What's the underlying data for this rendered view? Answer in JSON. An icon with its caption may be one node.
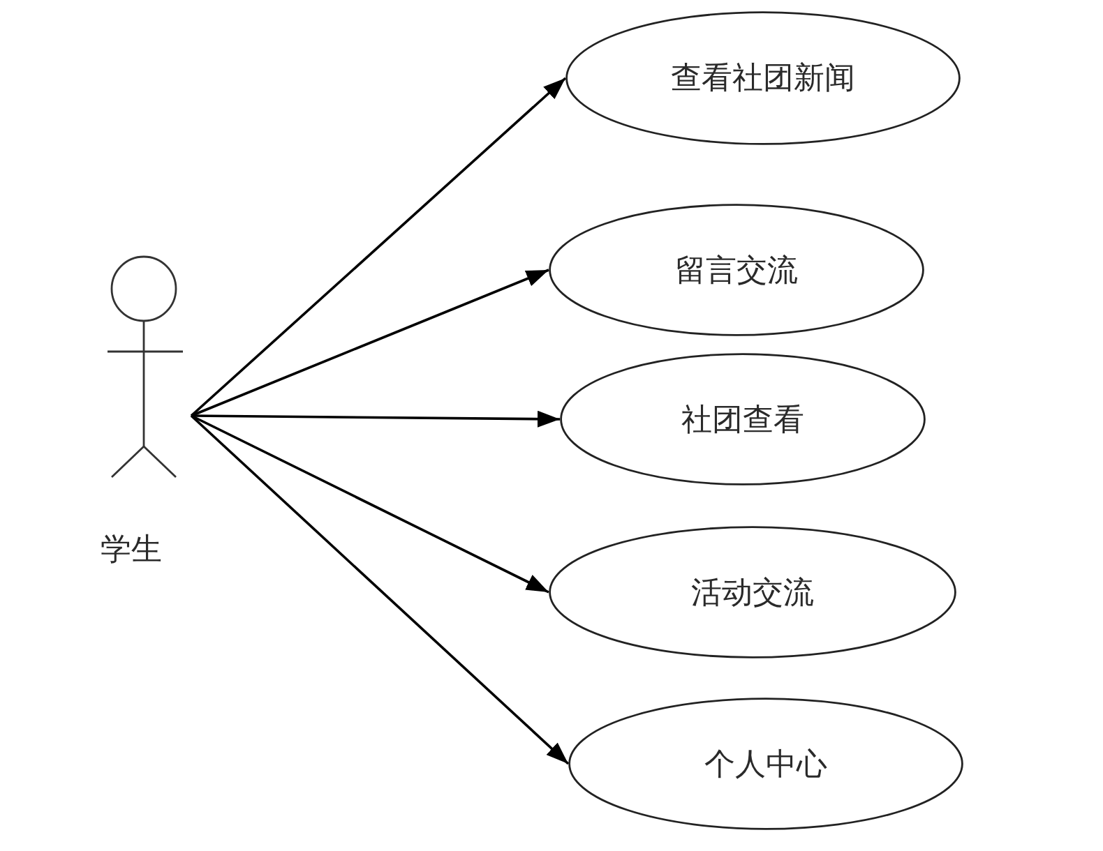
{
  "diagram": {
    "nodes": [
      {
        "text": [
          "学生"
        ]
      },
      {
        "text": [
          "查看社团新闻"
        ]
      },
      {
        "text": [
          "留言交流"
        ]
      },
      {
        "text": [
          "社团查看"
        ]
      },
      {
        "text": [
          "活动交流"
        ]
      },
      {
        "text": [
          "个人中心"
        ]
      }
    ],
    "edges": [
      {
        "from": 0,
        "to": 1,
        "arrow": "to"
      },
      {
        "from": 0,
        "to": 2,
        "arrow": "to"
      },
      {
        "from": 0,
        "to": 3,
        "arrow": "to"
      },
      {
        "from": 0,
        "to": 4,
        "arrow": "to"
      },
      {
        "from": 0,
        "to": 5,
        "arrow": "to"
      }
    ]
  }
}
